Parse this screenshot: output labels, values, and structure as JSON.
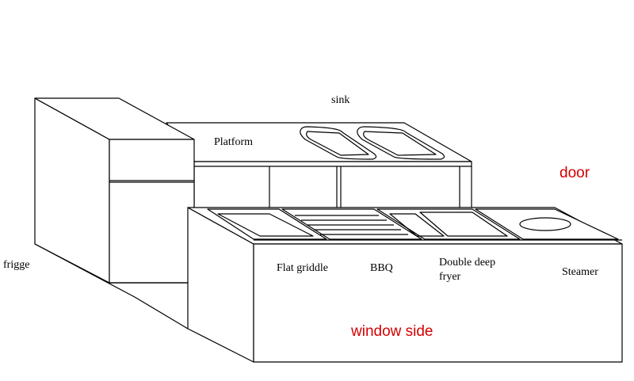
{
  "labels": {
    "sink": "sink",
    "platform": "Platform",
    "door": "door",
    "frigge": "frigge",
    "flat_griddle": "Flat griddle",
    "bbq": "BBQ",
    "double_deep_fryer_line1": "Double deep",
    "double_deep_fryer_line2": "fryer",
    "steamer": "Steamer",
    "window_side": "window side"
  },
  "colors": {
    "line": "#000000",
    "annotation_red": "#d40000"
  }
}
